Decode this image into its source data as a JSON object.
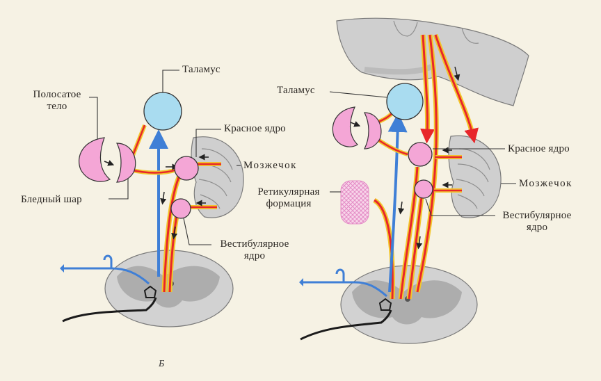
{
  "left": {
    "labels": {
      "thalamus": "Таламус",
      "striatum_line1": "Полосатое",
      "striatum_line2": "тело",
      "red_nucleus": "Красное ядро",
      "cerebellum": "Мозжечок",
      "globus_pallidus": "Бледный шар",
      "vestibular_line1": "Вестибулярное",
      "vestibular_line2": "ядро"
    },
    "panel_letter": "Б"
  },
  "right": {
    "labels": {
      "thalamus": "Таламус",
      "red_nucleus": "Красное ядро",
      "reticular_line1": "Ретикулярная",
      "reticular_line2": "формация",
      "cerebellum": "Мозжечок",
      "vestibular_line1": "Вестибулярное",
      "vestibular_line2": "ядро"
    }
  },
  "colors": {
    "nucleus_pink": "#f4a6d6",
    "thalamus_blue": "#a9dcf0",
    "red_path": "#e8262a",
    "yellow_path": "#f2c62c",
    "blue_path": "#3f7fd6",
    "black_path": "#1b1b1b",
    "tissue_grey": "#bdbdbd"
  }
}
